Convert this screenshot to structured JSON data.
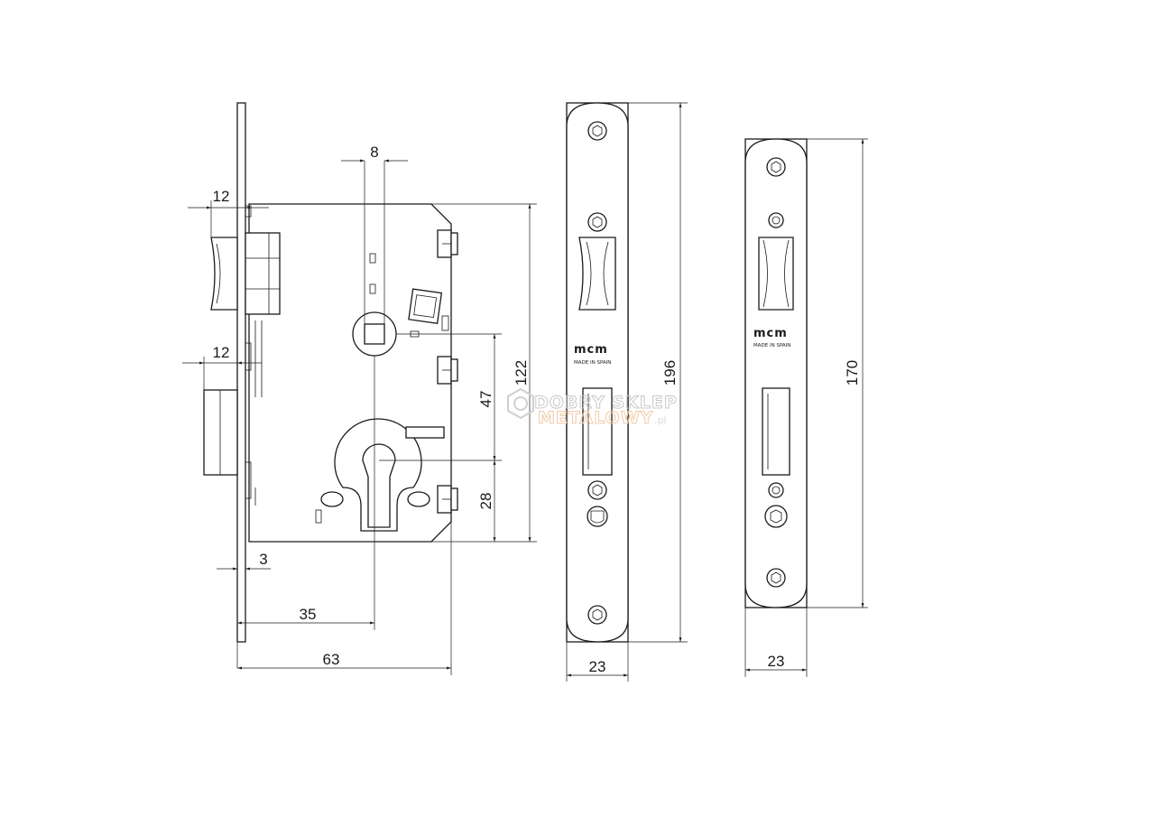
{
  "dimensions": {
    "latch_projection": "12",
    "deadbolt_projection": "12",
    "spindle_size": "8",
    "faceplate_thickness": "3",
    "backset": "35",
    "body_depth": "63",
    "body_height": "122",
    "spindle_to_cylinder": "47",
    "cylinder_to_bottom": "28",
    "faceplate_length": "196",
    "faceplate_width": "23",
    "strike_length": "170",
    "strike_width": "23"
  },
  "faceplate": {
    "brand": "mcm",
    "origin": "MADE IN SPAIN"
  },
  "strike_plate": {
    "brand": "mcm",
    "origin": "MADE IN SPAIN"
  },
  "watermark": {
    "line1": "DOBRY SKLEP",
    "line2": "METALOWY",
    "suffix": ".pl",
    "icon": "hexagon-nut-icon"
  }
}
